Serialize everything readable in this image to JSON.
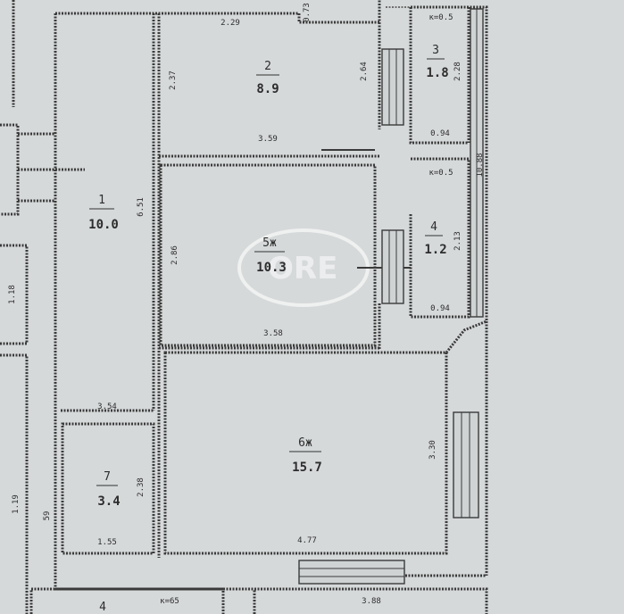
{
  "rooms": {
    "r1": {
      "number": "1",
      "area": "10.0",
      "dim_side": "6.51",
      "dim_bottom": "3.54"
    },
    "r2": {
      "number": "2",
      "area": "8.9",
      "dim_top": "2.29",
      "dim_left": "2.37",
      "dim_right": "2.64",
      "dim_bottom": "3.59"
    },
    "r3": {
      "number": "3",
      "area": "1.8",
      "dim_top": "к=0.5",
      "dim_side": "2.28",
      "dim_bottom": "0.94"
    },
    "r4": {
      "number": "4",
      "area": "1.2",
      "dim_top": "к=0.5",
      "dim_side": "2.13",
      "dim_bottom": "0.94"
    },
    "r5": {
      "number": "5ж",
      "area": "10.3",
      "dim_left": "2.86",
      "dim_bottom": "3.58"
    },
    "r6": {
      "number": "6ж",
      "area": "15.7",
      "dim_right": "3.30",
      "dim_bottom": "4.77"
    },
    "r7": {
      "number": "7",
      "area": "3.4",
      "dim_side": "2.38",
      "dim_bottom": "1.55"
    }
  },
  "extra_dims": {
    "top_right": "0.73",
    "window_right": "10.88",
    "left_a": "1.18",
    "left_b": "1.19",
    "left_c": "59",
    "bottom_right": "3.88",
    "bottom_k": "к=65",
    "bottom_num": "4"
  },
  "watermark": "ORE"
}
